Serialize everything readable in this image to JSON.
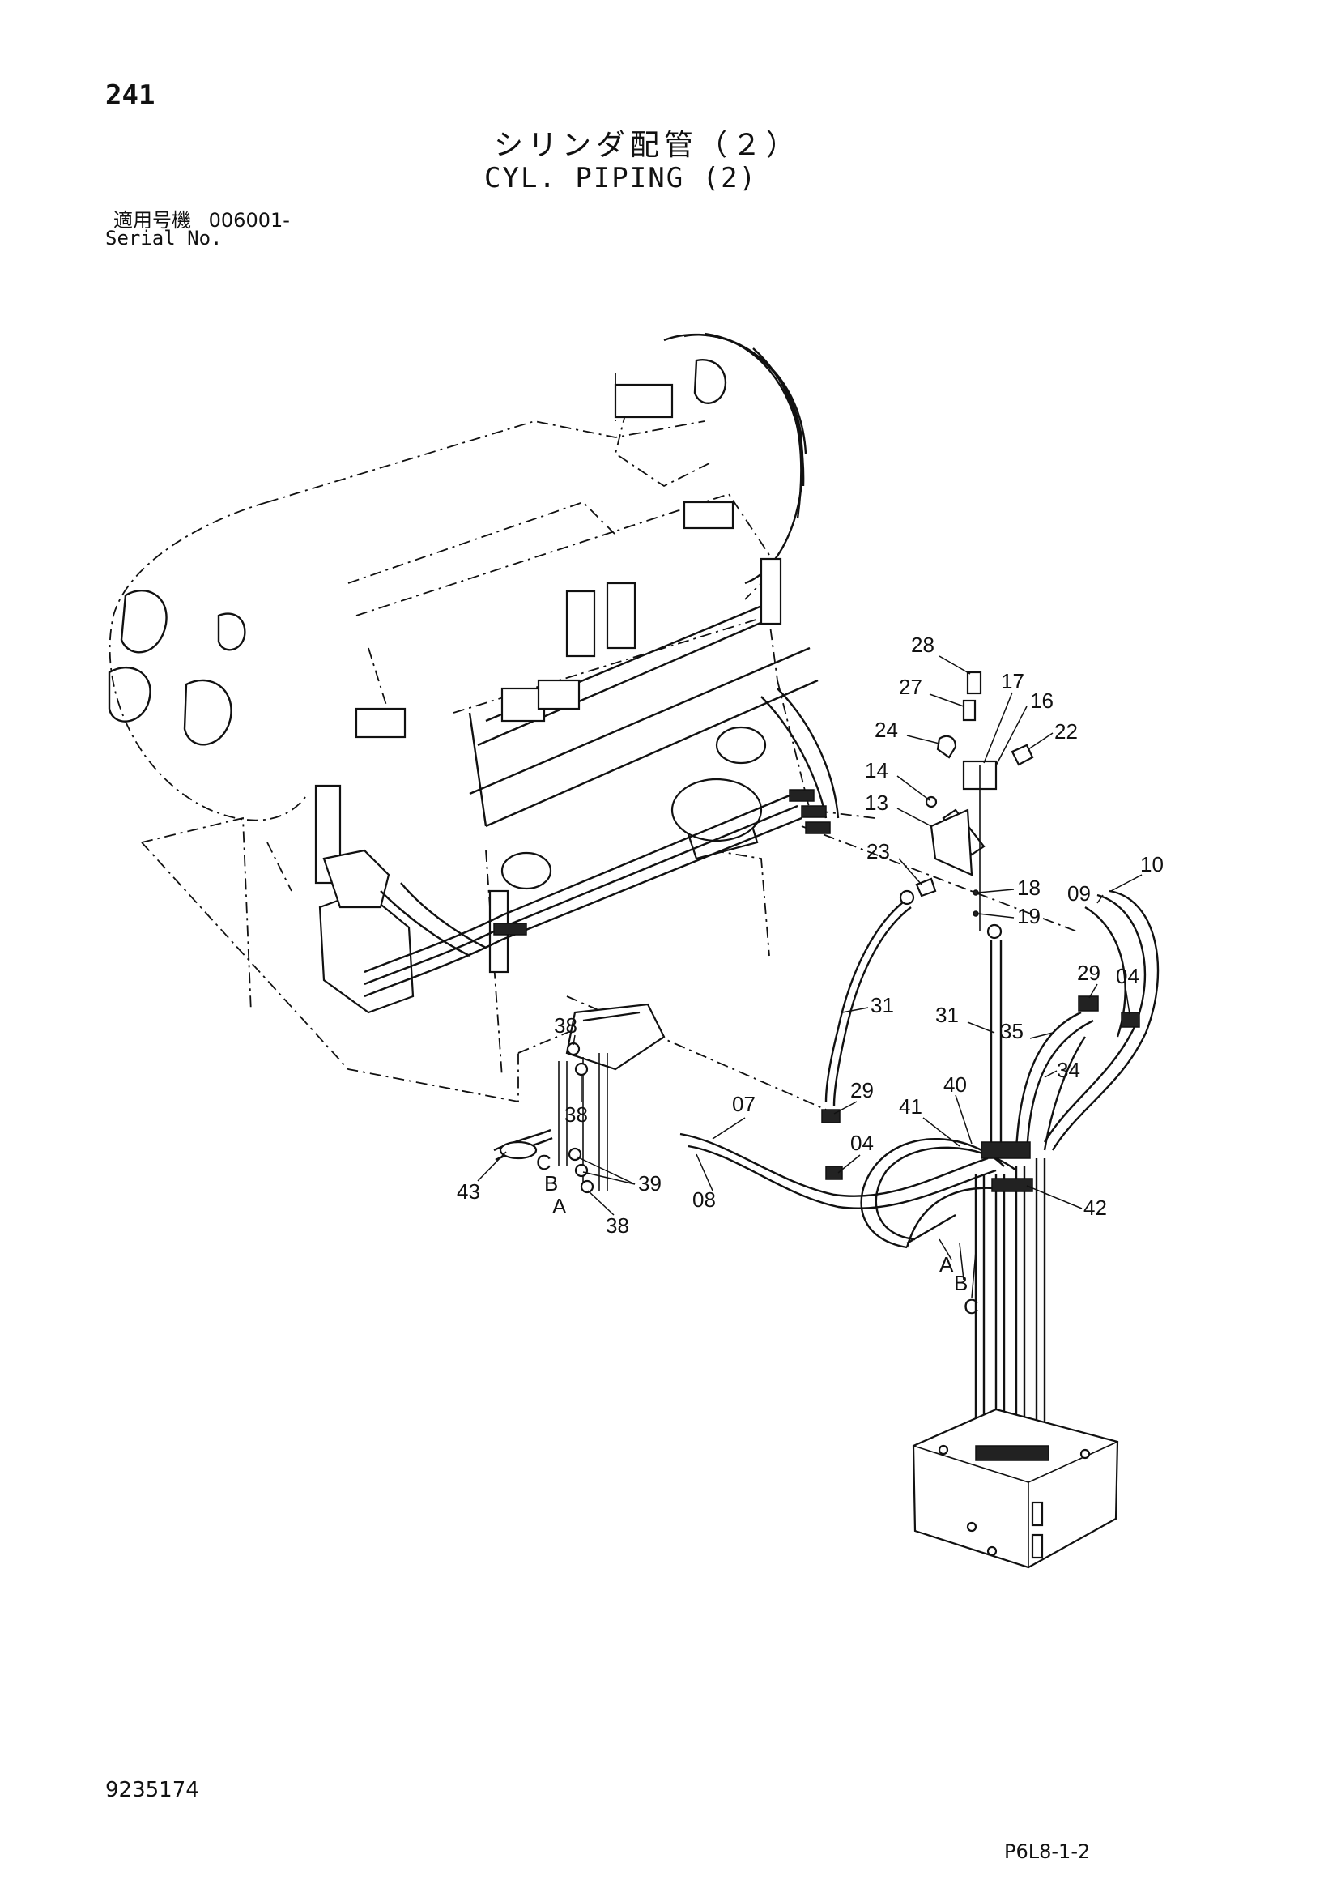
{
  "header": {
    "page_number": "241",
    "title_jp": "シリンダ配管（２）",
    "title_en": "CYL. PIPING (2)",
    "serial_label_jp": "適用号機",
    "serial_value": "006001-",
    "serial_label_en": "Serial No."
  },
  "footer": {
    "doc_number": "9235174",
    "figure_code": "P6L8-1-2"
  },
  "callouts": [
    {
      "id": "c28",
      "text": "28"
    },
    {
      "id": "c27",
      "text": "27"
    },
    {
      "id": "c17",
      "text": "17"
    },
    {
      "id": "c16",
      "text": "16"
    },
    {
      "id": "c24",
      "text": "24"
    },
    {
      "id": "c22",
      "text": "22"
    },
    {
      "id": "c14",
      "text": "14"
    },
    {
      "id": "c13",
      "text": "13"
    },
    {
      "id": "c23",
      "text": "23"
    },
    {
      "id": "c18",
      "text": "18"
    },
    {
      "id": "c19",
      "text": "19"
    },
    {
      "id": "c10",
      "text": "10"
    },
    {
      "id": "c09",
      "text": "09"
    },
    {
      "id": "c29a",
      "text": "29"
    },
    {
      "id": "c04a",
      "text": "04"
    },
    {
      "id": "c31a",
      "text": "31"
    },
    {
      "id": "c31b",
      "text": "31"
    },
    {
      "id": "c35",
      "text": "35"
    },
    {
      "id": "c34",
      "text": "34"
    },
    {
      "id": "c38a",
      "text": "38"
    },
    {
      "id": "c38b",
      "text": "38"
    },
    {
      "id": "c29b",
      "text": "29"
    },
    {
      "id": "c40",
      "text": "40"
    },
    {
      "id": "c07",
      "text": "07"
    },
    {
      "id": "c41",
      "text": "41"
    },
    {
      "id": "c04b",
      "text": "04"
    },
    {
      "id": "c43",
      "text": "43"
    },
    {
      "id": "cC1",
      "text": "C"
    },
    {
      "id": "cB1",
      "text": "B"
    },
    {
      "id": "c39",
      "text": "39"
    },
    {
      "id": "cA1",
      "text": "A"
    },
    {
      "id": "c38c",
      "text": "38"
    },
    {
      "id": "c08",
      "text": "08"
    },
    {
      "id": "c42",
      "text": "42"
    },
    {
      "id": "cA2",
      "text": "A"
    },
    {
      "id": "cB2",
      "text": "B"
    },
    {
      "id": "cC2",
      "text": "C"
    }
  ]
}
